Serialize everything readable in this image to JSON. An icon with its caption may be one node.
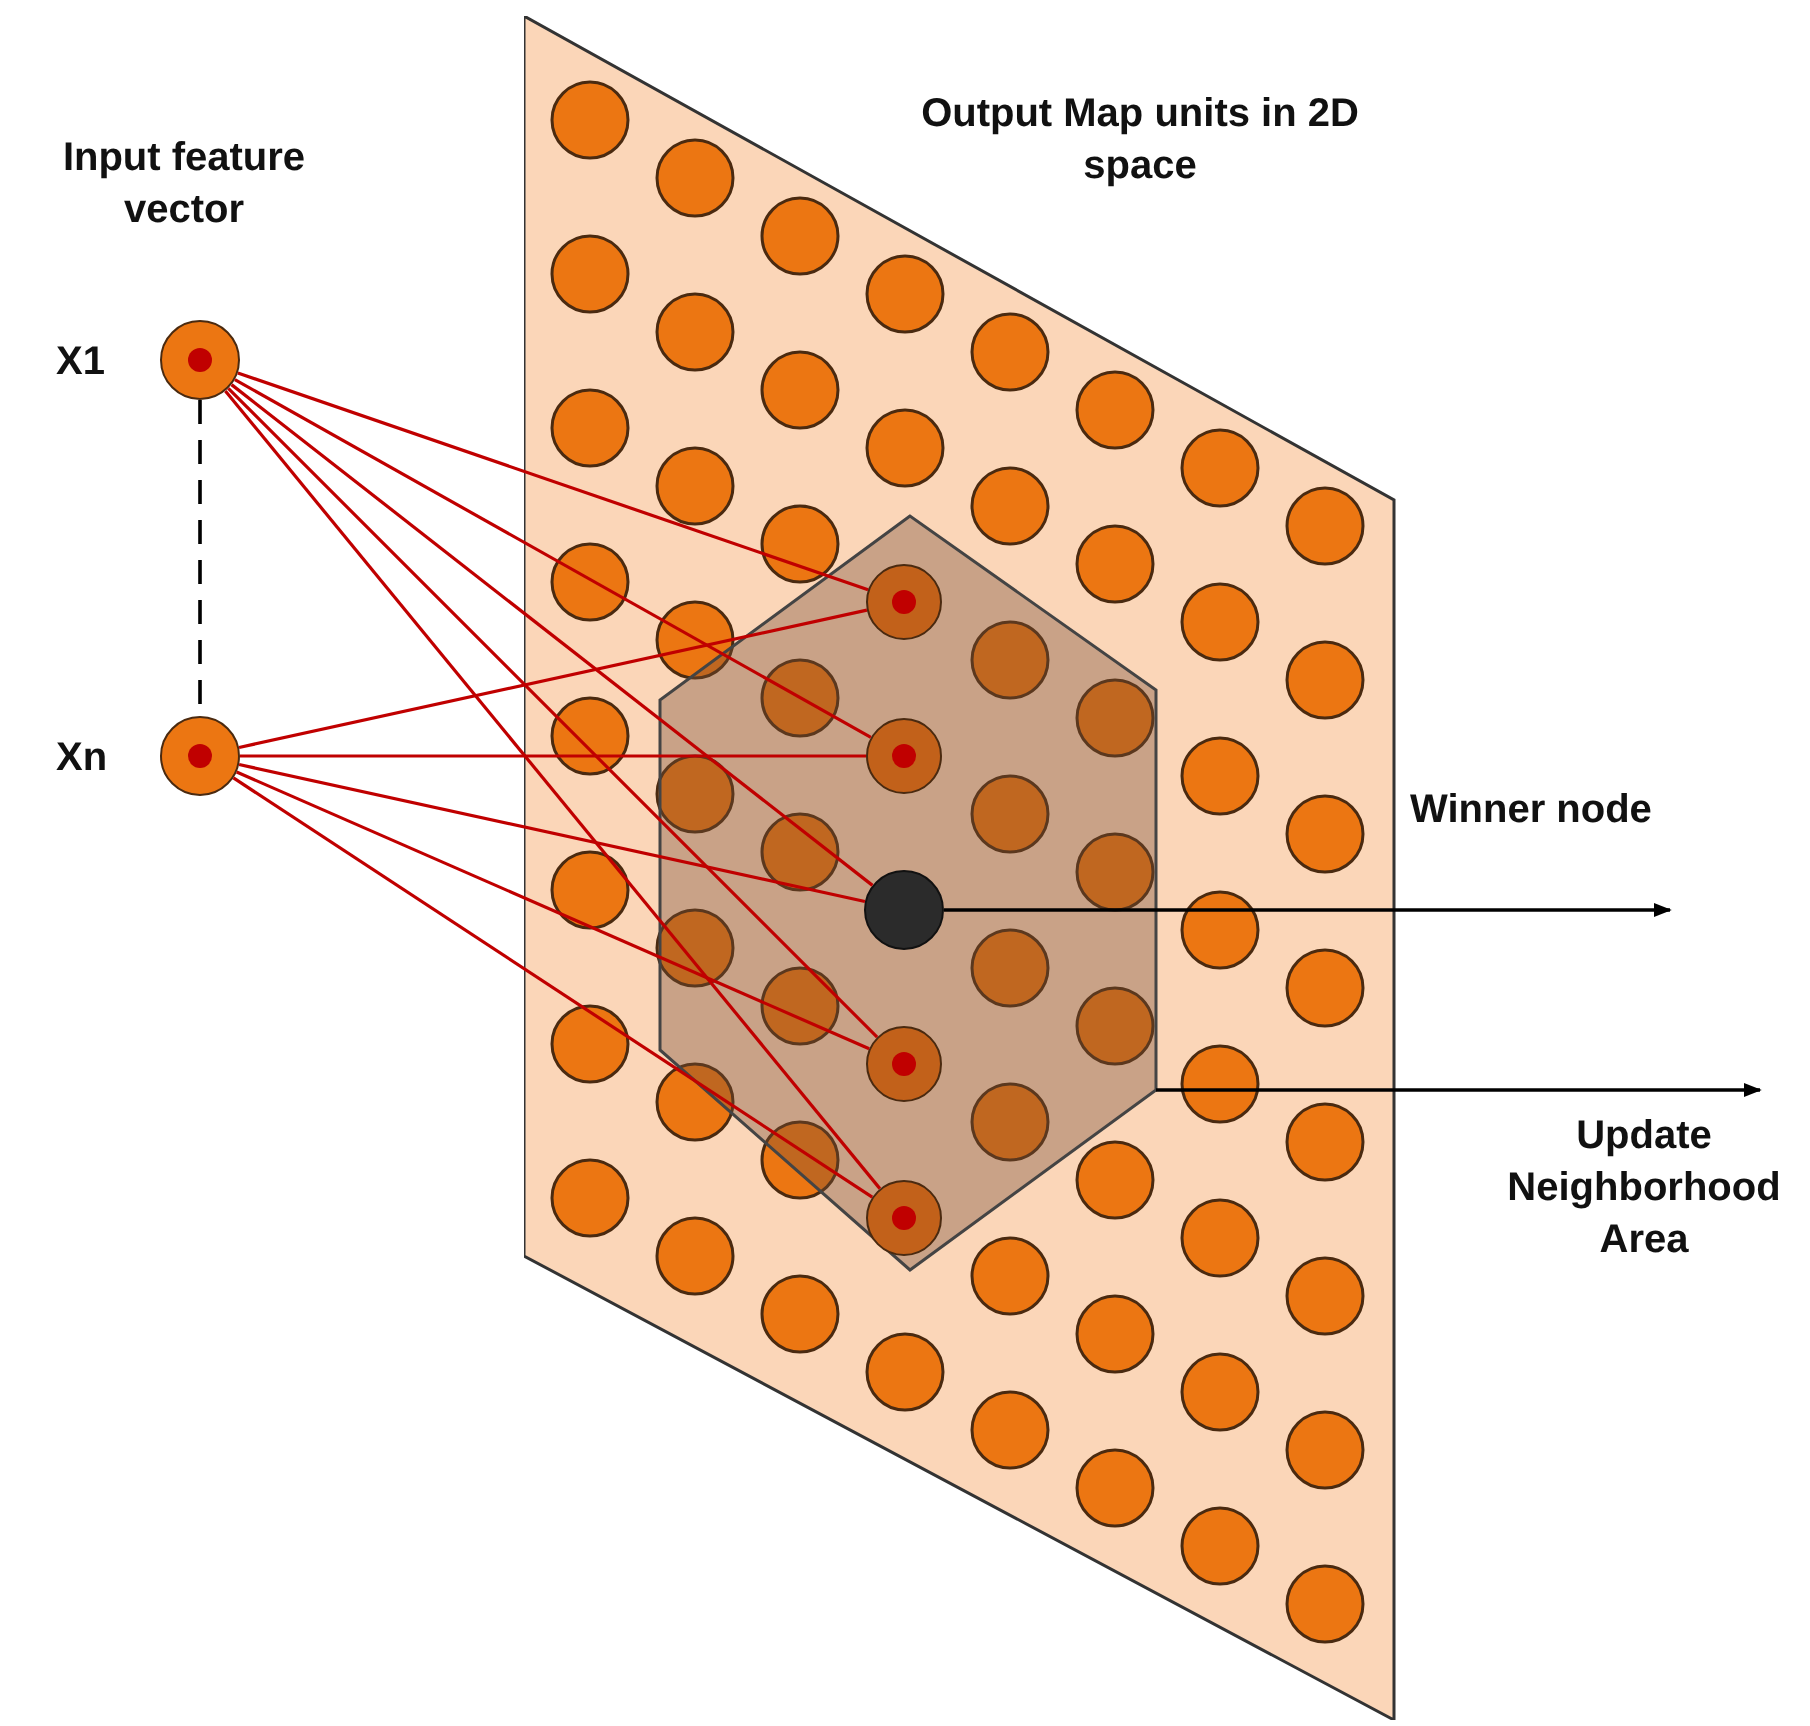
{
  "diagram": {
    "nodes": [
      {
        "text": [],
        "shape": "circle",
        "beside": [
          "X1"
        ]
      },
      {
        "text": [],
        "shape": "circle",
        "beside": [
          "Xn"
        ]
      },
      {
        "text": [
          "Output Map units in 2D space"
        ]
      },
      {
        "text": [],
        "shape": "hexagon",
        "in": 2
      },
      {
        "text": [],
        "shape": "circle",
        "in": 3
      },
      {
        "text": [],
        "shape": "circle",
        "in": 3
      },
      {
        "text": [],
        "shape": "circle",
        "in": 3
      },
      {
        "text": [],
        "shape": "circle",
        "in": 3
      },
      {
        "text": [],
        "shape": "circle",
        "in": 3
      },
      {
        "text": [
          "Winner node"
        ]
      },
      {
        "text": [
          "Update Neighborhood Area"
        ]
      }
    ],
    "edges": [
      {
        "from": 0,
        "to": 1,
        "arrow": "none",
        "style": "dashed",
        "color": "#000000"
      },
      {
        "from": 0,
        "to": 4,
        "arrow": "none"
      },
      {
        "from": 0,
        "to": 5,
        "arrow": "none"
      },
      {
        "from": 0,
        "to": 6,
        "arrow": "none"
      },
      {
        "from": 0,
        "to": 7,
        "arrow": "none"
      },
      {
        "from": 0,
        "to": 8,
        "arrow": "none"
      },
      {
        "from": 1,
        "to": 4,
        "arrow": "none"
      },
      {
        "from": 1,
        "to": 5,
        "arrow": "none"
      },
      {
        "from": 1,
        "to": 6,
        "arrow": "none"
      },
      {
        "from": 1,
        "to": 7,
        "arrow": "none"
      },
      {
        "from": 1,
        "to": 8,
        "arrow": "none"
      },
      {
        "from": 6,
        "to": 9,
        "arrow": "to",
        "color": "#000000"
      },
      {
        "from": 3,
        "to": 10,
        "arrow": "to",
        "color": "#000000"
      }
    ],
    "labels": [
      "Input feature vector"
    ]
  }
}
